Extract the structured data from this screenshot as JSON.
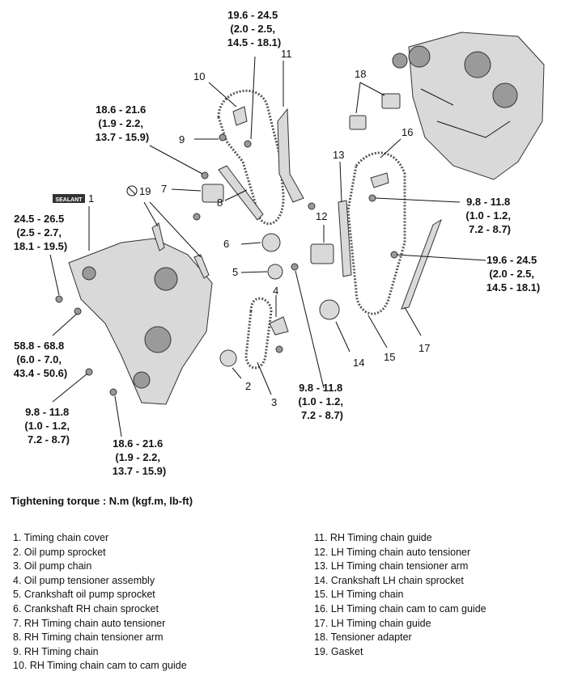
{
  "sealant_badge": "SEALANT",
  "torque_labels": {
    "t1": [
      "19.6 - 24.5",
      "(2.0 - 2.5,",
      "14.5 - 18.1)"
    ],
    "t2": [
      "18.6 - 21.6",
      "(1.9 - 2.2,",
      "13.7 - 15.9)"
    ],
    "t3": [
      "24.5 - 26.5",
      "(2.5 - 2.7,",
      "18.1 - 19.5)"
    ],
    "t4": [
      "58.8 - 68.8",
      "(6.0 - 7.0,",
      "43.4 - 50.6)"
    ],
    "t5": [
      "9.8 - 11.8",
      "(1.0 - 1.2,",
      "7.2 - 8.7)"
    ],
    "t6": [
      "18.6 - 21.6",
      "(1.9 - 2.2,",
      "13.7 - 15.9)"
    ],
    "t7": [
      "9.8 - 11.8",
      "(1.0 - 1.2,",
      "7.2 - 8.7)"
    ],
    "t8": [
      "9.8 - 11.8",
      "(1.0 - 1.2,",
      "7.2 - 8.7)"
    ],
    "t9": [
      "19.6 - 24.5",
      "(2.0 - 2.5,",
      "14.5 - 18.1)"
    ]
  },
  "callouts": {
    "c1": "1",
    "c2": "2",
    "c3": "3",
    "c4": "4",
    "c5": "5",
    "c6": "6",
    "c7": "7",
    "c8": "8",
    "c9": "9",
    "c10": "10",
    "c11": "11",
    "c12": "12",
    "c13": "13",
    "c14": "14",
    "c15": "15",
    "c16": "16",
    "c17": "17",
    "c18": "18",
    "c19": "19"
  },
  "torque_caption": "Tightening torque : N.m (kgf.m, lb-ft)",
  "legend": {
    "left": [
      "1. Timing chain cover",
      "2. Oil pump sprocket",
      "3. Oil pump chain",
      "4. Oil pump tensioner assembly",
      "5. Crankshaft oil pump sprocket",
      "6. Crankshaft RH chain sprocket",
      "7. RH Timing chain auto tensioner",
      "8. RH Timing chain tensioner arm",
      "9. RH Timing chain",
      "10. RH Timing chain cam to cam guide"
    ],
    "right": [
      "11. RH Timing chain guide",
      "12. LH Timing chain auto tensioner",
      "13. LH Timing chain tensioner arm",
      "14. Crankshaft LH chain sprocket",
      "15. LH Timing chain",
      "16. LH Timing chain cam to cam guide",
      "17. LH Timing chain guide",
      "18. Tensioner adapter",
      "19. Gasket"
    ]
  }
}
